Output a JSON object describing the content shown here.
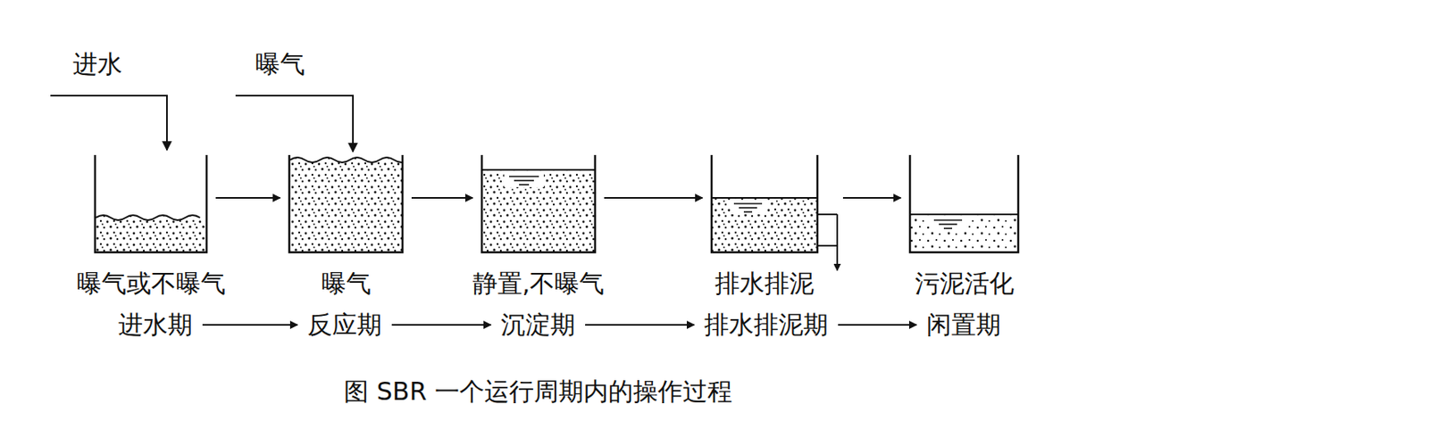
{
  "diagram": {
    "caption": "图 SBR 一个运行周期内的操作过程",
    "nodes": [
      {
        "text": [
          "曝气或不曝气"
        ]
      },
      {
        "text": [
          "曝气"
        ]
      },
      {
        "text": [
          "静置,不曝气"
        ]
      },
      {
        "text": [
          "排水排泥"
        ]
      },
      {
        "text": [
          "污泥活化"
        ]
      },
      {
        "text": [
          "进水期"
        ]
      },
      {
        "text": [
          "反应期"
        ]
      },
      {
        "text": [
          "沉淀期"
        ]
      },
      {
        "text": [
          "排水排泥期"
        ]
      },
      {
        "text": [
          "闲置期"
        ]
      }
    ],
    "edges": [
      {
        "from": 0,
        "to": 1,
        "arrow": "to"
      },
      {
        "from": 1,
        "to": 2,
        "arrow": "to"
      },
      {
        "from": 2,
        "to": 3,
        "arrow": "to"
      },
      {
        "from": 3,
        "to": 4,
        "arrow": "to"
      },
      {
        "from": 5,
        "to": 6,
        "arrow": "to"
      },
      {
        "from": 6,
        "to": 7,
        "arrow": "to"
      },
      {
        "from": 7,
        "to": 8,
        "arrow": "to"
      },
      {
        "from": 8,
        "to": 9,
        "arrow": "to"
      }
    ],
    "labels": [
      "进水",
      "曝气"
    ]
  }
}
